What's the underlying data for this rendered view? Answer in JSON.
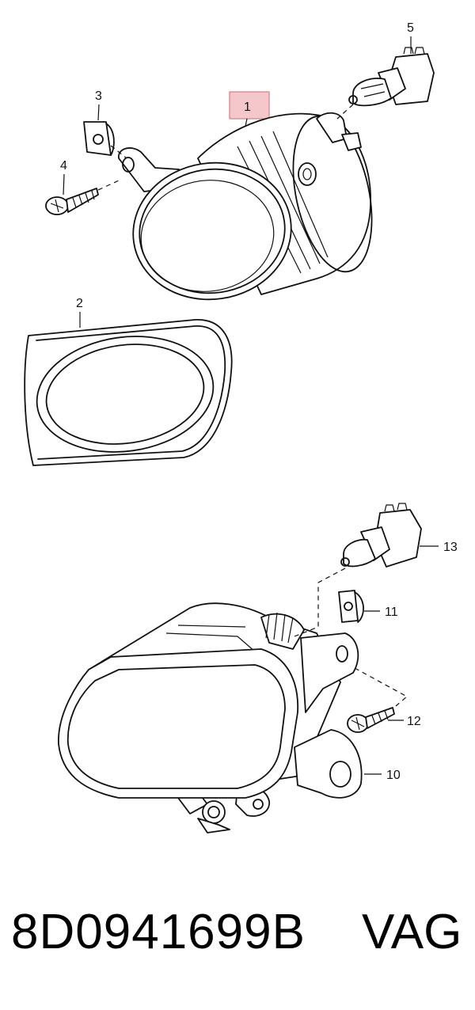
{
  "callouts": {
    "c1": "1",
    "c2": "2",
    "c3": "3",
    "c4": "4",
    "c5": "5",
    "c10": "10",
    "c11": "11",
    "c12": "12",
    "c13": "13"
  },
  "highlight_color": "#f4c7cb",
  "highlight_border": "#e07a86",
  "footer": {
    "part_number": "8D0941699B",
    "brand": "VAG"
  }
}
